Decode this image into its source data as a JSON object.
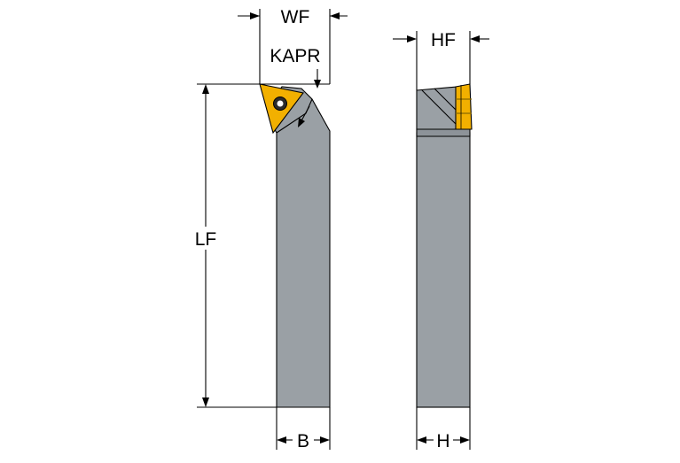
{
  "labels": {
    "wf": "WF",
    "kapr": "KAPR",
    "lf": "LF",
    "b": "B",
    "hf": "HF",
    "h": "H"
  },
  "colors": {
    "background": "#ffffff",
    "tool_body": "#9aa0a5",
    "tool_body_shade": "#7e848a",
    "insert": "#f2b000",
    "insert_dark": "#8a6a00",
    "line": "#000000"
  },
  "icons": {
    "insert": "triangular-insert-icon",
    "screw": "clamp-screw-icon"
  }
}
